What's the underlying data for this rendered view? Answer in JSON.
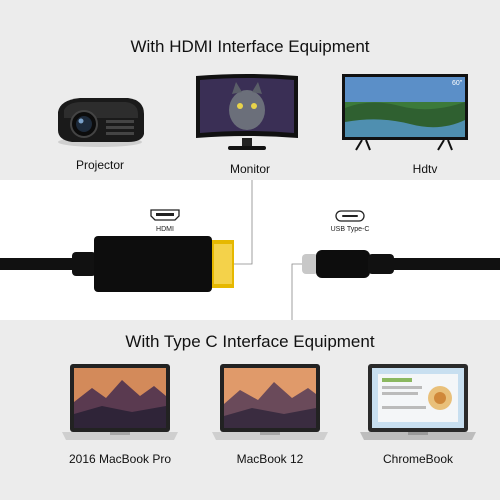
{
  "sections": {
    "hdmi": {
      "title": "With HDMI Interface Equipment",
      "devices": [
        {
          "label": "Projector",
          "icon": "projector-icon"
        },
        {
          "label": "Monitor",
          "icon": "monitor-icon"
        },
        {
          "label": "Hdtv",
          "icon": "tv-icon"
        }
      ],
      "tv_badge": "60\""
    },
    "typec": {
      "title": "With Type C Interface Equipment",
      "devices": [
        {
          "label": "2016 MacBook Pro",
          "icon": "laptop-icon"
        },
        {
          "label": "MacBook 12",
          "icon": "laptop-icon"
        },
        {
          "label": "ChromeBook",
          "icon": "laptop-icon"
        }
      ]
    }
  },
  "cable": {
    "hdmi_label": "HDMI",
    "usbc_label": "USB Type-C",
    "hdmi_icon": "hdmi-port-icon",
    "usbc_icon": "usb-c-port-icon"
  },
  "colors": {
    "band": "#ececec",
    "cable": "#111111",
    "connector_gold": "#e6b800",
    "connector_silver": "#c8c8c8"
  }
}
